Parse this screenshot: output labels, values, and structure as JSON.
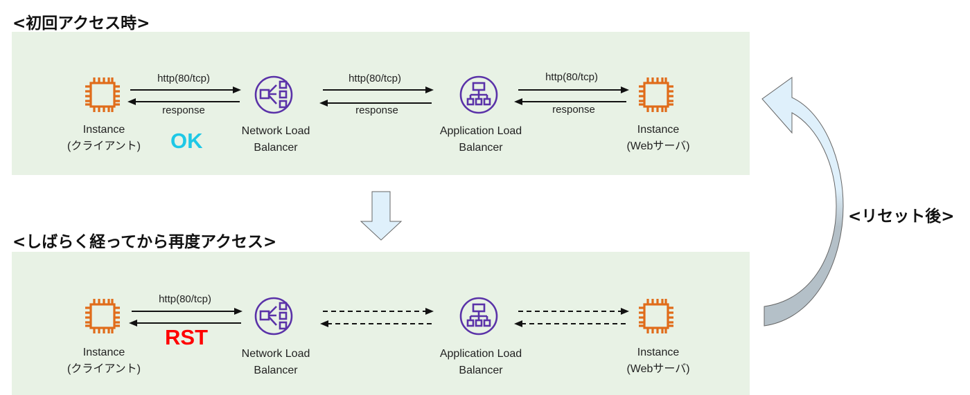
{
  "headings": {
    "first_access": "<初回アクセス時>",
    "later_access": "<しばらく経ってから再度アクセス>",
    "after_reset": "<リセット後>"
  },
  "nodes": {
    "client": {
      "line1": "Instance",
      "line2": "(クライアント)"
    },
    "nlb": {
      "line1": "Network Load",
      "line2": "Balancer"
    },
    "alb": {
      "line1": "Application Load",
      "line2": "Balancer"
    },
    "web": {
      "line1": "Instance",
      "line2": "(Webサーバ)"
    }
  },
  "connections": {
    "request_label": "http(80/tcp)",
    "response_label": "response"
  },
  "status": {
    "ok": "OK",
    "rst": "RST"
  },
  "colors": {
    "panel_bg": "#e8f2e5",
    "instance_orange": "#e06c1a",
    "lb_purple": "#5a32a8",
    "ok_cyan": "#1ec8e6",
    "rst_red": "#ff0000",
    "flow_arrow_fill": "#dff0fb"
  }
}
